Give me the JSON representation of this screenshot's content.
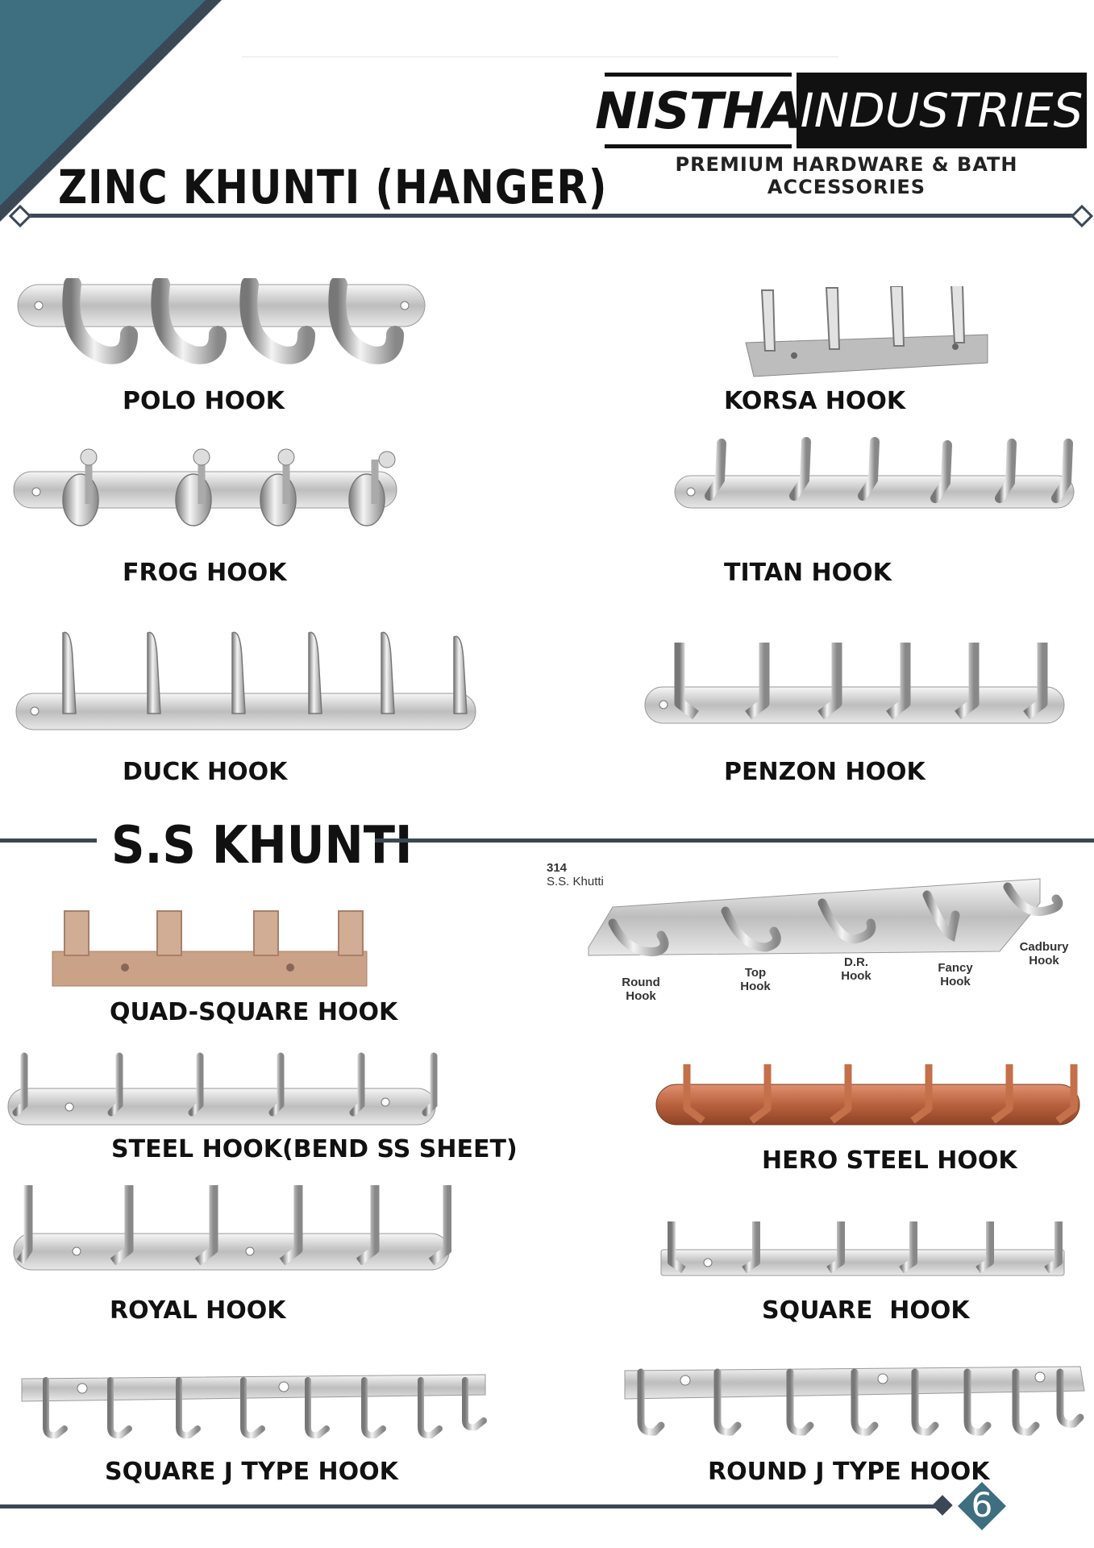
{
  "brand": {
    "name_left": "NISTHA",
    "name_right": "INDUSTRIES",
    "tagline": "PREMIUM HARDWARE & BATH ACCESSORIES"
  },
  "sections": {
    "zinc_title": "ZINC KHUNTI (HANGER)",
    "ss_title": "S.S KHUNTI"
  },
  "products": {
    "polo": "POLO HOOK",
    "korsa": "KORSA HOOK",
    "frog": "FROG HOOK",
    "titan": "TITAN HOOK",
    "duck": "DUCK HOOK",
    "penzon": "PENZON HOOK",
    "quad": "QUAD-SQUARE HOOK",
    "steel_bend": "STEEL HOOK(BEND SS SHEET)",
    "hero": "HERO STEEL HOOK",
    "royal": "ROYAL HOOK",
    "square": "SQUARE  HOOK",
    "square_j": "SQUARE J TYPE HOOK",
    "round_j": "ROUND J TYPE HOOK"
  },
  "ss_khutti_sample": {
    "code": "314",
    "name": "S.S. Khutti",
    "annotations": [
      {
        "line1": "Round",
        "line2": "Hook"
      },
      {
        "line1": "Top",
        "line2": "Hook"
      },
      {
        "line1": "D.R.",
        "line2": "Hook"
      },
      {
        "line1": "Fancy",
        "line2": "Hook"
      },
      {
        "line1": "Cadbury",
        "line2": "Hook"
      }
    ]
  },
  "page": {
    "number": "6"
  },
  "colors": {
    "accent_teal": "#3d6f80",
    "rule_dark": "#3a4856",
    "copper": "#b9613e",
    "wood": "#c9a288"
  }
}
